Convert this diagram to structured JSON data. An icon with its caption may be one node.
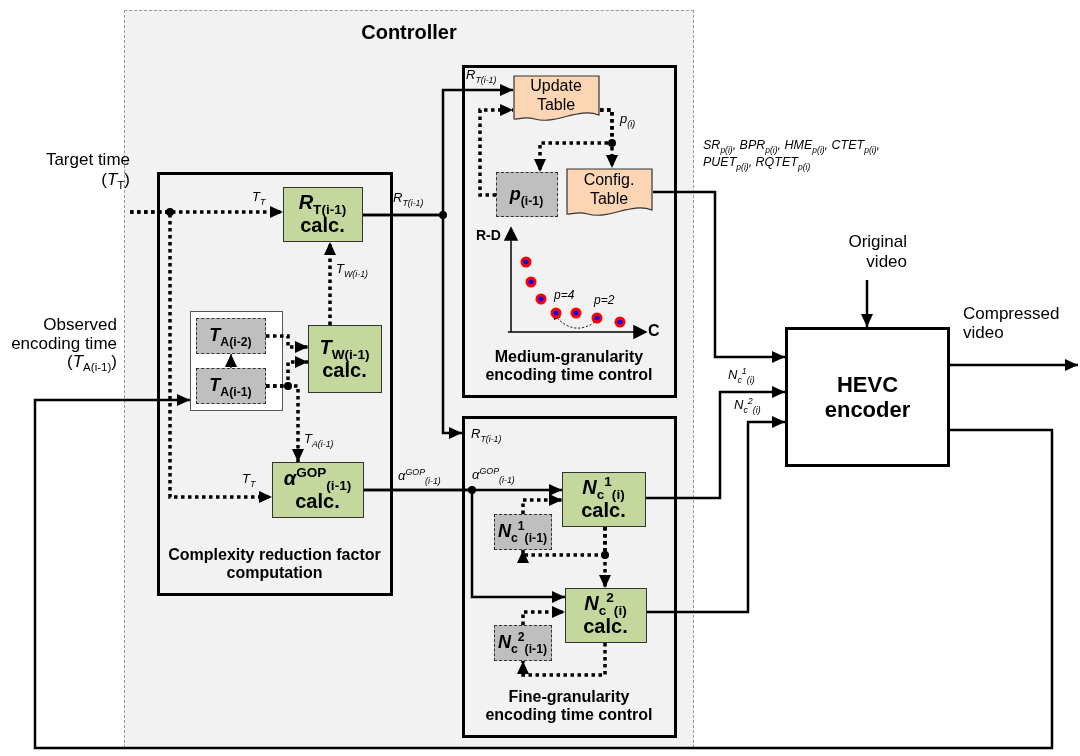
{
  "diagram": {
    "nodes": [
      {
        "text": [
          "Controller"
        ]
      },
      {
        "text": [
          "Complexity reduction factor computation"
        ],
        "in": 0
      },
      {
        "text": [
          "*R*$_{T(i-1)}$ calc."
        ],
        "in": 1
      },
      {
        "text": [],
        "shape": "box",
        "in": 1
      },
      {
        "text": [
          "*T*$_{A(i-2)}$"
        ],
        "in": 3
      },
      {
        "text": [
          "*T*$_{A(i-1)}$"
        ],
        "in": 3
      },
      {
        "text": [
          "*T*$_{W(i-1)}$ calc."
        ],
        "in": 1
      },
      {
        "text": [
          "*α*$^{GOP}$$_{(i-1)}$ calc."
        ],
        "in": 1
      },
      {
        "text": [
          "Medium-granularity encoding time control"
        ],
        "in": 0
      },
      {
        "text": [
          "Update Table"
        ],
        "in": 8
      },
      {
        "text": [
          "*p*$_{(i-1)}$"
        ],
        "in": 8
      },
      {
        "text": [
          "Config. Table"
        ],
        "in": 8
      },
      {
        "text": [
          "Fine-granularity encoding time control"
        ],
        "in": 0
      },
      {
        "text": [
          "*N*$_{c}$$^{1}$$_{(i)}$ calc."
        ],
        "in": 12
      },
      {
        "text": [
          "*N*$_{c}$$^{1}$$_{(i-1)}$"
        ],
        "in": 12
      },
      {
        "text": [
          "*N*$_{c}$$^{2}$$_{(i)}$ calc."
        ],
        "in": 12
      },
      {
        "text": [
          "*N*$_{c}$$^{2}$$_{(i-1)}$"
        ],
        "in": 12
      },
      {
        "text": [
          "HEVC encoder"
        ]
      },
      {
        "text": [
          "Target time (*T*$_{T}$)"
        ]
      },
      {
        "text": [
          "Original video"
        ]
      }
    ],
    "edges": [
      {
        "from": 18,
        "to": 2,
        "arrow": "to",
        "label": "T$_{T}$",
        "style": "dashed"
      },
      {
        "from": 18,
        "to": 7,
        "arrow": "to",
        "label": "T$_{T}$",
        "style": "dashed"
      },
      {
        "from": 17,
        "to": 3,
        "arrow": "to",
        "label": "Observed encoding time (*T*$_{A(i-1)}$)"
      },
      {
        "from": 5,
        "to": 4,
        "arrow": "to",
        "style": "dashed"
      },
      {
        "from": 4,
        "to": 6,
        "arrow": "to",
        "style": "dashed"
      },
      {
        "from": 5,
        "to": 6,
        "arrow": "to",
        "style": "dashed"
      },
      {
        "from": 5,
        "to": 7,
        "arrow": "to",
        "label": "T$_{A(i-1)}$",
        "style": "dashed"
      },
      {
        "from": 6,
        "to": 2,
        "arrow": "to",
        "label": "T$_{W(i-1)}$",
        "style": "dashed"
      },
      {
        "from": 2,
        "to": 9,
        "arrow": "to",
        "label": "R$_{T(i-1)}$"
      },
      {
        "from": 2,
        "to": 12,
        "arrow": "to",
        "label": "R$_{T(i-1)}$"
      },
      {
        "from": 7,
        "to": 13,
        "arrow": "to",
        "label": "α$^{GOP}$$_{(i-1)}$"
      },
      {
        "from": 7,
        "to": 15,
        "arrow": "to",
        "label": "α$^{GOP}$$_{(i-1)}$"
      },
      {
        "from": 10,
        "to": 9,
        "arrow": "to",
        "style": "dashed"
      },
      {
        "from": 9,
        "to": 11,
        "arrow": "to",
        "label": "p$_{(i)}$",
        "style": "dashed"
      },
      {
        "from": 9,
        "to": 10,
        "arrow": "to",
        "style": "dashed"
      },
      {
        "from": 11,
        "to": 17,
        "arrow": "to",
        "label": "SR$_{p(i)}$, BPR$_{p(i)}$, HME$_{p(i)}$, CTET$_{p(i)}$, PUET$_{p(i)}$, RQTET$_{p(i)}$"
      },
      {
        "from": 14,
        "to": 13,
        "arrow": "to",
        "style": "dashed"
      },
      {
        "from": 13,
        "to": 14,
        "arrow": "to",
        "style": "dashed"
      },
      {
        "from": 13,
        "to": 15,
        "arrow": "to",
        "style": "dashed"
      },
      {
        "from": 16,
        "to": 15,
        "arrow": "to",
        "style": "dashed"
      },
      {
        "from": 15,
        "to": 16,
        "arrow": "to",
        "style": "dashed"
      },
      {
        "from": 13,
        "to": 17,
        "arrow": "to",
        "label": "N$_{c}$$^{1}$$_{(i)}$"
      },
      {
        "from": 15,
        "to": 17,
        "arrow": "to",
        "label": "N$_{c}$$^{2}$$_{(i)}$"
      },
      {
        "from": 19,
        "to": 17,
        "arrow": "to"
      },
      {
        "from": 17,
        "to": null,
        "arrow": "to",
        "label": "Compressed video"
      }
    ],
    "labels": [
      "R$_{T(i-1)}$",
      "R-D",
      "C",
      "p=4",
      "p=2"
    ]
  }
}
